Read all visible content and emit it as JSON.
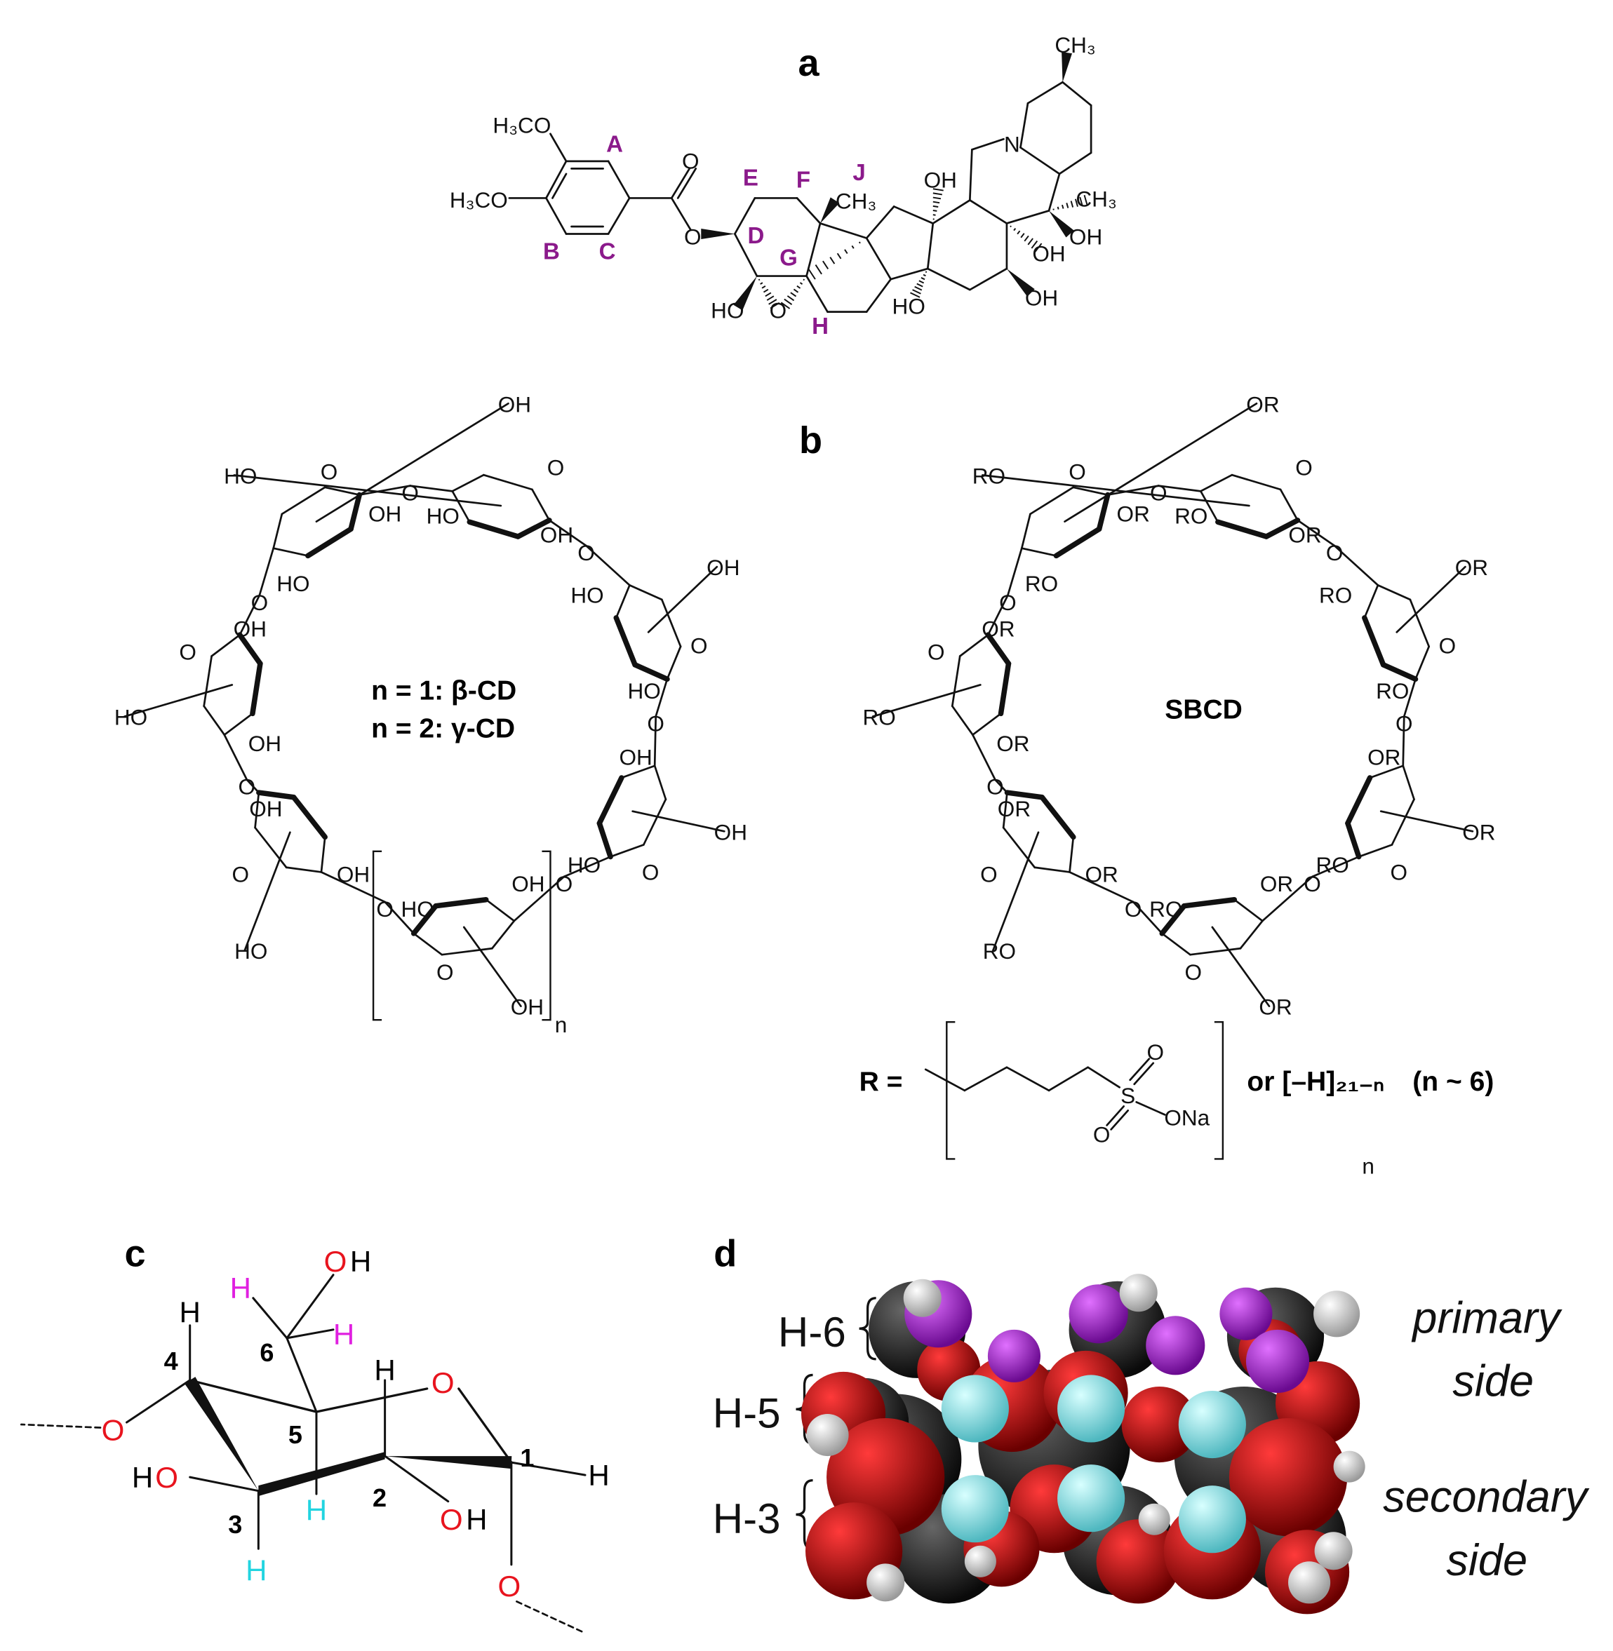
{
  "panels": {
    "a": "a",
    "b": "b",
    "c": "c",
    "d": "d"
  },
  "panel_a": {
    "methoxy": "H₃CO",
    "methyl": "CH₃",
    "hydroxyl": "OH",
    "hydroxyl_left": "HO",
    "oxygen": "O",
    "nitrogen": "N",
    "ring_labels": [
      "A",
      "B",
      "C",
      "D",
      "E",
      "F",
      "G",
      "H",
      "J"
    ]
  },
  "panel_b": {
    "cd_caption_1": "n = 1: β-CD",
    "cd_caption_2": "n = 2: γ-CD",
    "sbcd_caption": "SBCD",
    "atoms": {
      "OH": "OH",
      "HO": "HO",
      "O": "O",
      "OR": "OR",
      "RO": "RO"
    },
    "repeat_n": "n",
    "r_equals": "R =",
    "sulfur": "S",
    "ona": "ONa",
    "or_text": "or [–H]₂₁₋ₙ",
    "n_approx": "(n ~ 6)"
  },
  "panel_c": {
    "H": "H",
    "O": "O",
    "OH_O": "O",
    "OH_H": "H",
    "numbers": [
      "1",
      "2",
      "3",
      "4",
      "5",
      "6"
    ],
    "colors": {
      "oxygen": "#e8141e",
      "h3_h5": "#22d4e0",
      "h6": "#e020e0",
      "black": "#000000"
    }
  },
  "panel_d": {
    "h6": "H-6",
    "h5": "H-5",
    "h3": "H-3",
    "primary_1": "primary",
    "primary_2": "side",
    "secondary_1": "secondary",
    "secondary_2": "side",
    "colors": {
      "carbon": "#1a1a1a",
      "oxygen": "#c80000",
      "h3_h5": "#7fe8ec",
      "h6": "#a020d0",
      "hydrogen": "#e8e8e8"
    }
  }
}
